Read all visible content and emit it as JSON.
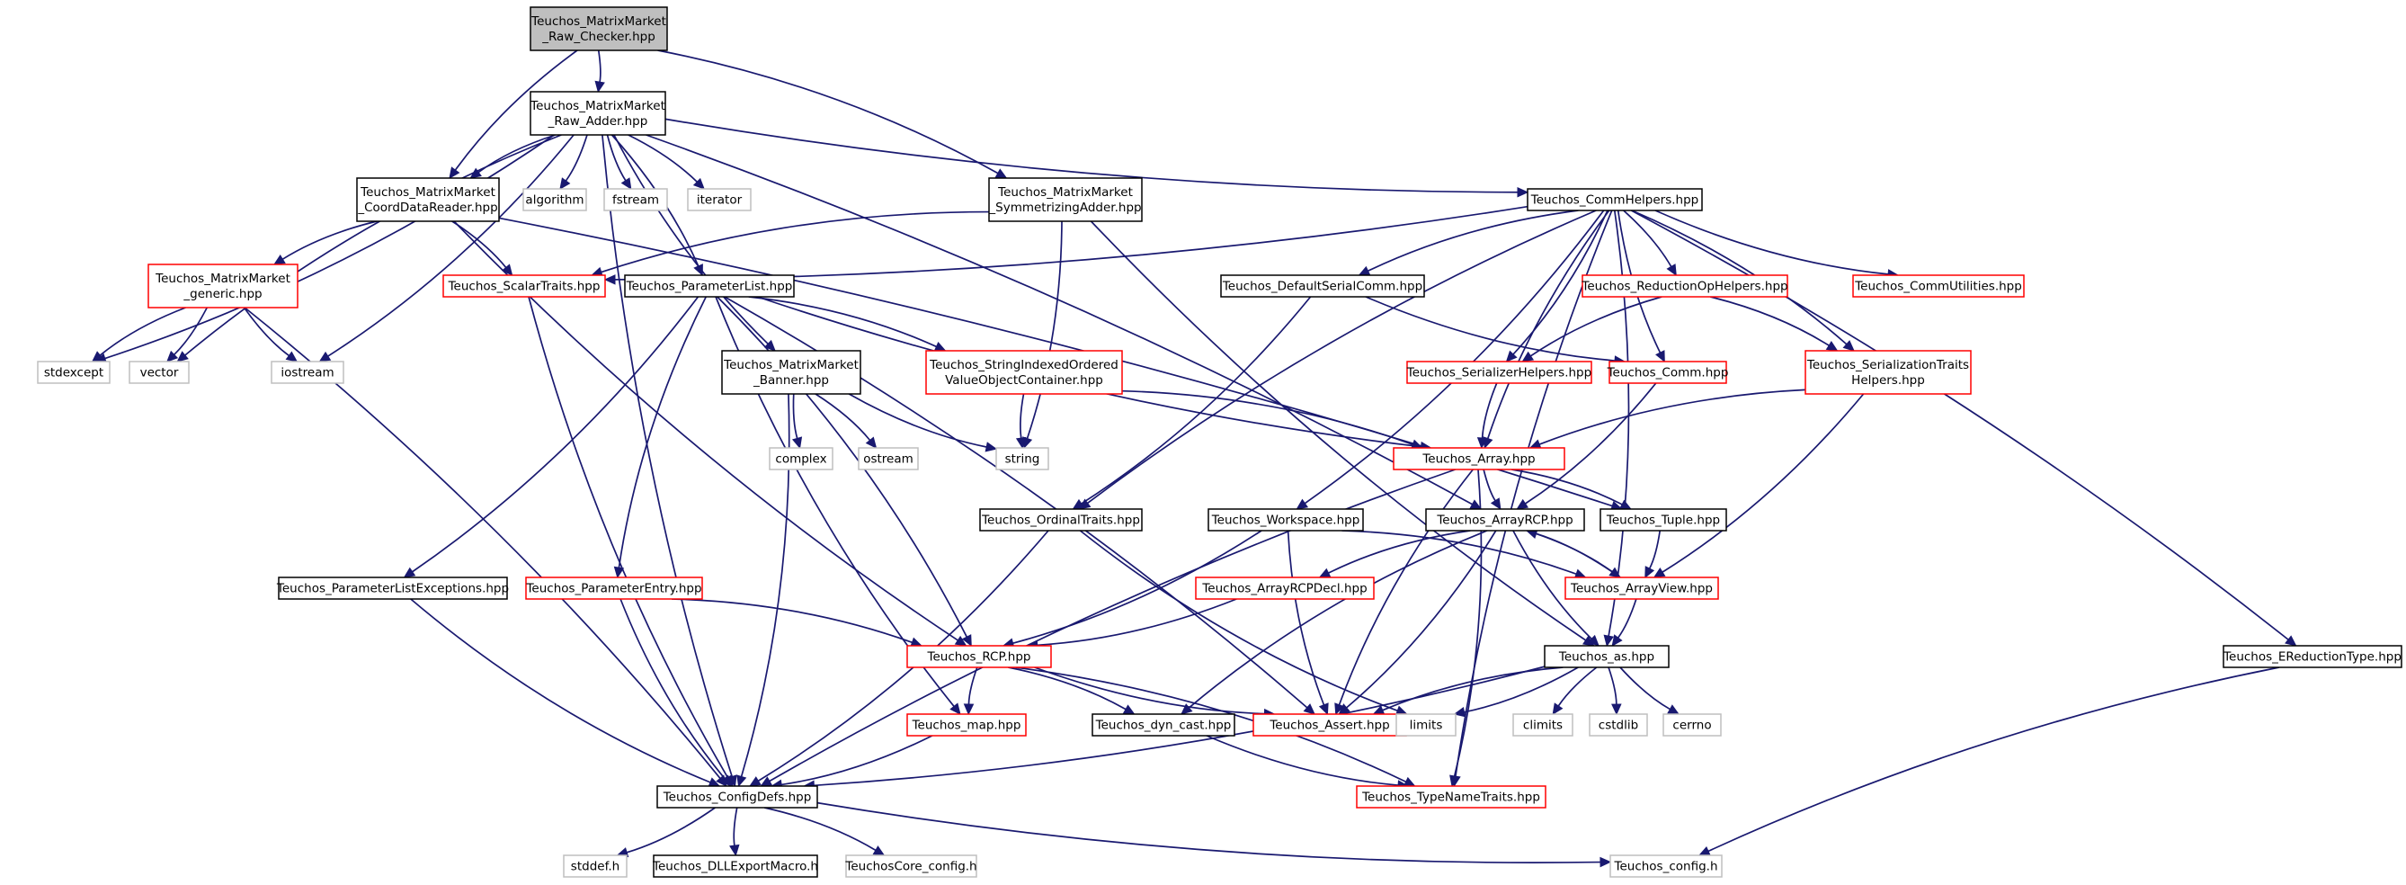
{
  "diagram": {
    "type": "include-dependency-graph",
    "colors": {
      "edge": "#191970",
      "border_documented": "#000000",
      "border_undocumented": "#ff0000",
      "border_system": "#bfbfbf",
      "fill_root": "#bfbfbf",
      "fill": "#ffffff"
    },
    "nodes": [
      {
        "id": "raw_checker",
        "lines": [
          "Teuchos_MatrixMarket",
          "_Raw_Checker.hpp"
        ],
        "kind": "root"
      },
      {
        "id": "raw_adder",
        "lines": [
          "Teuchos_MatrixMarket",
          "_Raw_Adder.hpp"
        ],
        "kind": "doc"
      },
      {
        "id": "coord_reader",
        "lines": [
          "Teuchos_MatrixMarket",
          "_CoordDataReader.hpp"
        ],
        "kind": "doc"
      },
      {
        "id": "algorithm",
        "lines": [
          "algorithm"
        ],
        "kind": "sys"
      },
      {
        "id": "fstream",
        "lines": [
          "fstream"
        ],
        "kind": "sys"
      },
      {
        "id": "iterator",
        "lines": [
          "iterator"
        ],
        "kind": "sys"
      },
      {
        "id": "sym_adder",
        "lines": [
          "Teuchos_MatrixMarket",
          "_SymmetrizingAdder.hpp"
        ],
        "kind": "doc"
      },
      {
        "id": "comm_helpers",
        "lines": [
          "Teuchos_CommHelpers.hpp"
        ],
        "kind": "doc"
      },
      {
        "id": "mm_generic",
        "lines": [
          "Teuchos_MatrixMarket",
          "_generic.hpp"
        ],
        "kind": "red"
      },
      {
        "id": "scalar_traits",
        "lines": [
          "Teuchos_ScalarTraits.hpp"
        ],
        "kind": "red"
      },
      {
        "id": "param_list",
        "lines": [
          "Teuchos_ParameterList.hpp"
        ],
        "kind": "doc"
      },
      {
        "id": "default_serial",
        "lines": [
          "Teuchos_DefaultSerialComm.hpp"
        ],
        "kind": "doc"
      },
      {
        "id": "reduction_op",
        "lines": [
          "Teuchos_ReductionOpHelpers.hpp"
        ],
        "kind": "red"
      },
      {
        "id": "comm_util",
        "lines": [
          "Teuchos_CommUtilities.hpp"
        ],
        "kind": "red"
      },
      {
        "id": "stdexcept",
        "lines": [
          "stdexcept"
        ],
        "kind": "sys"
      },
      {
        "id": "vector",
        "lines": [
          "vector"
        ],
        "kind": "sys"
      },
      {
        "id": "iostream",
        "lines": [
          "iostream"
        ],
        "kind": "sys"
      },
      {
        "id": "mm_banner",
        "lines": [
          "Teuchos_MatrixMarket",
          "_Banner.hpp"
        ],
        "kind": "doc"
      },
      {
        "id": "string_indexed",
        "lines": [
          "Teuchos_StringIndexedOrdered",
          "ValueObjectContainer.hpp"
        ],
        "kind": "red"
      },
      {
        "id": "serializer_helpers",
        "lines": [
          "Teuchos_SerializerHelpers.hpp"
        ],
        "kind": "red"
      },
      {
        "id": "comm",
        "lines": [
          "Teuchos_Comm.hpp"
        ],
        "kind": "red"
      },
      {
        "id": "serialization_traits",
        "lines": [
          "Teuchos_SerializationTraits",
          "Helpers.hpp"
        ],
        "kind": "red"
      },
      {
        "id": "complex",
        "lines": [
          "complex"
        ],
        "kind": "sys"
      },
      {
        "id": "ostream",
        "lines": [
          "ostream"
        ],
        "kind": "sys"
      },
      {
        "id": "string",
        "lines": [
          "string"
        ],
        "kind": "sys"
      },
      {
        "id": "array",
        "lines": [
          "Teuchos_Array.hpp"
        ],
        "kind": "red"
      },
      {
        "id": "ordinal_traits",
        "lines": [
          "Teuchos_OrdinalTraits.hpp"
        ],
        "kind": "doc"
      },
      {
        "id": "workspace",
        "lines": [
          "Teuchos_Workspace.hpp"
        ],
        "kind": "doc"
      },
      {
        "id": "array_rcp",
        "lines": [
          "Teuchos_ArrayRCP.hpp"
        ],
        "kind": "doc"
      },
      {
        "id": "tuple",
        "lines": [
          "Teuchos_Tuple.hpp"
        ],
        "kind": "doc"
      },
      {
        "id": "pl_exceptions",
        "lines": [
          "Teuchos_ParameterListExceptions.hpp"
        ],
        "kind": "doc"
      },
      {
        "id": "param_entry",
        "lines": [
          "Teuchos_ParameterEntry.hpp"
        ],
        "kind": "red"
      },
      {
        "id": "array_rcp_decl",
        "lines": [
          "Teuchos_ArrayRCPDecl.hpp"
        ],
        "kind": "red"
      },
      {
        "id": "array_view",
        "lines": [
          "Teuchos_ArrayView.hpp"
        ],
        "kind": "red"
      },
      {
        "id": "rcp",
        "lines": [
          "Teuchos_RCP.hpp"
        ],
        "kind": "red"
      },
      {
        "id": "as",
        "lines": [
          "Teuchos_as.hpp"
        ],
        "kind": "doc"
      },
      {
        "id": "ereduction",
        "lines": [
          "Teuchos_EReductionType.hpp"
        ],
        "kind": "doc"
      },
      {
        "id": "map",
        "lines": [
          "Teuchos_map.hpp"
        ],
        "kind": "red"
      },
      {
        "id": "dyn_cast",
        "lines": [
          "Teuchos_dyn_cast.hpp"
        ],
        "kind": "doc"
      },
      {
        "id": "assert",
        "lines": [
          "Teuchos_Assert.hpp"
        ],
        "kind": "red"
      },
      {
        "id": "limits",
        "lines": [
          "limits"
        ],
        "kind": "sys"
      },
      {
        "id": "climits",
        "lines": [
          "climits"
        ],
        "kind": "sys"
      },
      {
        "id": "cstdlib",
        "lines": [
          "cstdlib"
        ],
        "kind": "sys"
      },
      {
        "id": "cerrno",
        "lines": [
          "cerrno"
        ],
        "kind": "sys"
      },
      {
        "id": "config_defs",
        "lines": [
          "Teuchos_ConfigDefs.hpp"
        ],
        "kind": "doc"
      },
      {
        "id": "type_name_traits",
        "lines": [
          "Teuchos_TypeNameTraits.hpp"
        ],
        "kind": "red"
      },
      {
        "id": "stddef",
        "lines": [
          "stddef.h"
        ],
        "kind": "sys"
      },
      {
        "id": "dll_export",
        "lines": [
          "Teuchos_DLLExportMacro.h"
        ],
        "kind": "doc"
      },
      {
        "id": "core_config",
        "lines": [
          "TeuchosCore_config.h"
        ],
        "kind": "sys"
      },
      {
        "id": "config_h",
        "lines": [
          "Teuchos_config.h"
        ],
        "kind": "sys"
      }
    ],
    "edges": [
      [
        "raw_checker",
        "raw_adder"
      ],
      [
        "raw_checker",
        "coord_reader"
      ],
      [
        "raw_checker",
        "sym_adder"
      ],
      [
        "raw_adder",
        "coord_reader"
      ],
      [
        "raw_adder",
        "algorithm"
      ],
      [
        "raw_adder",
        "fstream"
      ],
      [
        "raw_adder",
        "iterator"
      ],
      [
        "raw_adder",
        "comm_helpers"
      ],
      [
        "raw_adder",
        "param_list"
      ],
      [
        "raw_adder",
        "mm_banner"
      ],
      [
        "raw_adder",
        "stdexcept"
      ],
      [
        "raw_adder",
        "vector"
      ],
      [
        "raw_adder",
        "iostream"
      ],
      [
        "raw_adder",
        "config_defs"
      ],
      [
        "raw_adder",
        "array_rcp"
      ],
      [
        "coord_reader",
        "mm_generic"
      ],
      [
        "coord_reader",
        "scalar_traits"
      ],
      [
        "coord_reader",
        "rcp"
      ],
      [
        "coord_reader",
        "tuple"
      ],
      [
        "sym_adder",
        "scalar_traits"
      ],
      [
        "sym_adder",
        "string"
      ],
      [
        "sym_adder",
        "as"
      ],
      [
        "comm_helpers",
        "scalar_traits"
      ],
      [
        "comm_helpers",
        "default_serial"
      ],
      [
        "comm_helpers",
        "reduction_op"
      ],
      [
        "comm_helpers",
        "comm_util"
      ],
      [
        "comm_helpers",
        "serializer_helpers"
      ],
      [
        "comm_helpers",
        "comm"
      ],
      [
        "comm_helpers",
        "serialization_traits"
      ],
      [
        "comm_helpers",
        "array"
      ],
      [
        "comm_helpers",
        "workspace"
      ],
      [
        "comm_helpers",
        "ordinal_traits"
      ],
      [
        "comm_helpers",
        "as"
      ],
      [
        "comm_helpers",
        "type_name_traits"
      ],
      [
        "comm_helpers",
        "ereduction"
      ],
      [
        "mm_generic",
        "stdexcept"
      ],
      [
        "mm_generic",
        "vector"
      ],
      [
        "mm_generic",
        "iostream"
      ],
      [
        "mm_generic",
        "config_defs"
      ],
      [
        "scalar_traits",
        "config_defs"
      ],
      [
        "param_list",
        "string_indexed"
      ],
      [
        "param_list",
        "array"
      ],
      [
        "param_list",
        "pl_exceptions"
      ],
      [
        "param_list",
        "param_entry"
      ],
      [
        "param_list",
        "rcp"
      ],
      [
        "param_list",
        "map"
      ],
      [
        "param_list",
        "assert"
      ],
      [
        "default_serial",
        "comm"
      ],
      [
        "default_serial",
        "ordinal_traits"
      ],
      [
        "reduction_op",
        "serializer_helpers"
      ],
      [
        "reduction_op",
        "serialization_traits"
      ],
      [
        "mm_banner",
        "complex"
      ],
      [
        "mm_banner",
        "ostream"
      ],
      [
        "mm_banner",
        "string"
      ],
      [
        "mm_banner",
        "config_defs"
      ],
      [
        "string_indexed",
        "string"
      ],
      [
        "string_indexed",
        "array"
      ],
      [
        "serializer_helpers",
        "array"
      ],
      [
        "comm",
        "array_rcp"
      ],
      [
        "serialization_traits",
        "array"
      ],
      [
        "serialization_traits",
        "array_view"
      ],
      [
        "array",
        "array_rcp"
      ],
      [
        "array",
        "tuple"
      ],
      [
        "array",
        "assert"
      ],
      [
        "array",
        "type_name_traits"
      ],
      [
        "array",
        "config_defs"
      ],
      [
        "ordinal_traits",
        "config_defs"
      ],
      [
        "ordinal_traits",
        "limits"
      ],
      [
        "workspace",
        "rcp"
      ],
      [
        "workspace",
        "assert"
      ],
      [
        "workspace",
        "array_view"
      ],
      [
        "array_rcp",
        "array_rcp_decl"
      ],
      [
        "array_rcp",
        "array_view"
      ],
      [
        "array_rcp",
        "as"
      ],
      [
        "array_rcp",
        "assert"
      ],
      [
        "array_rcp",
        "dyn_cast"
      ],
      [
        "tuple",
        "array_view"
      ],
      [
        "pl_exceptions",
        "config_defs"
      ],
      [
        "param_entry",
        "rcp"
      ],
      [
        "param_entry",
        "config_defs"
      ],
      [
        "array_rcp_decl",
        "rcp"
      ],
      [
        "array_view",
        "array_rcp"
      ],
      [
        "array_view",
        "as"
      ],
      [
        "rcp",
        "map"
      ],
      [
        "rcp",
        "dyn_cast"
      ],
      [
        "rcp",
        "assert"
      ],
      [
        "rcp",
        "type_name_traits"
      ],
      [
        "as",
        "assert"
      ],
      [
        "as",
        "limits"
      ],
      [
        "as",
        "climits"
      ],
      [
        "as",
        "cstdlib"
      ],
      [
        "as",
        "cerrno"
      ],
      [
        "as",
        "config_defs"
      ],
      [
        "ereduction",
        "config_h"
      ],
      [
        "map",
        "config_defs"
      ],
      [
        "dyn_cast",
        "type_name_traits"
      ],
      [
        "config_defs",
        "stddef"
      ],
      [
        "config_defs",
        "dll_export"
      ],
      [
        "config_defs",
        "core_config"
      ],
      [
        "config_defs",
        "config_h"
      ]
    ]
  }
}
